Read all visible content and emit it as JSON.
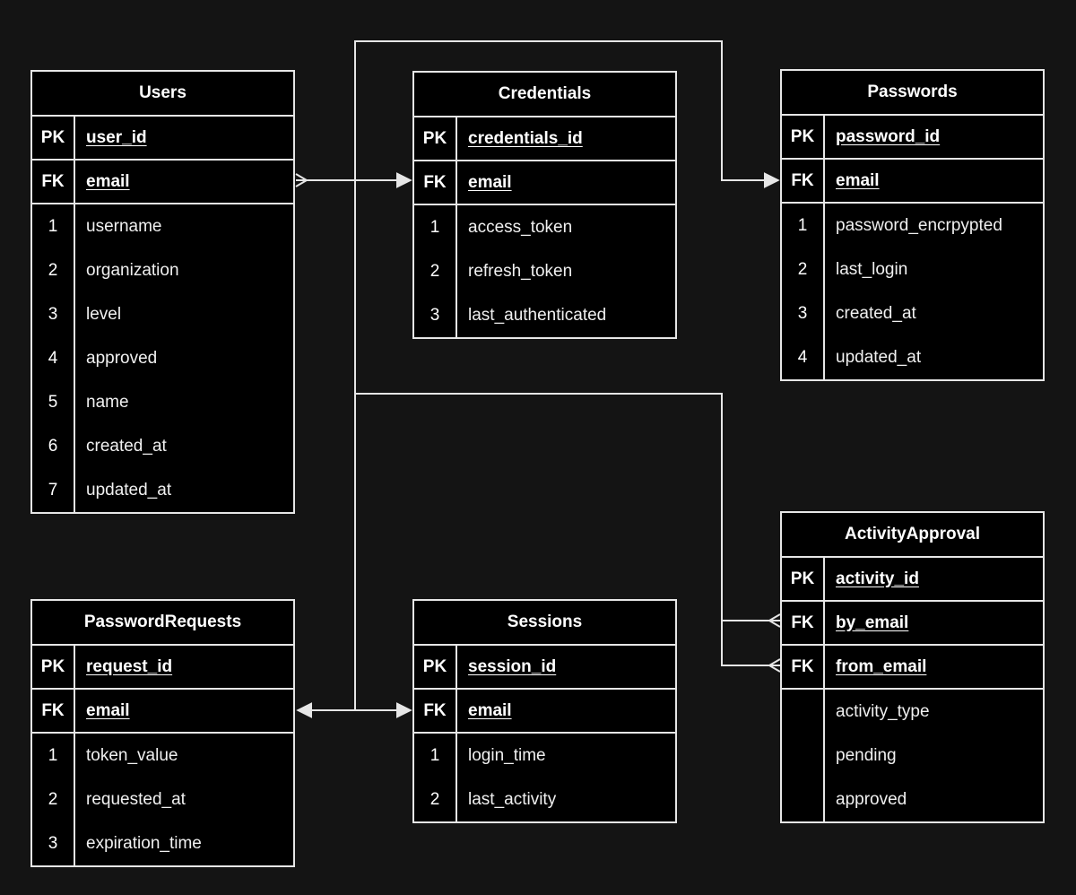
{
  "entities": [
    {
      "id": "users",
      "title": "Users",
      "keys": [
        {
          "tag": "PK",
          "field": "user_id"
        },
        {
          "tag": "FK",
          "field": "email"
        }
      ],
      "attrs": [
        {
          "tag": "1",
          "field": "username"
        },
        {
          "tag": "2",
          "field": "organization"
        },
        {
          "tag": "3",
          "field": "level"
        },
        {
          "tag": "4",
          "field": "approved"
        },
        {
          "tag": "5",
          "field": "name"
        },
        {
          "tag": "6",
          "field": "created_at"
        },
        {
          "tag": "7",
          "field": "updated_at"
        }
      ]
    },
    {
      "id": "credentials",
      "title": "Credentials",
      "keys": [
        {
          "tag": "PK",
          "field": "credentials_id"
        },
        {
          "tag": "FK",
          "field": "email"
        }
      ],
      "attrs": [
        {
          "tag": "1",
          "field": "access_token"
        },
        {
          "tag": "2",
          "field": "refresh_token"
        },
        {
          "tag": "3",
          "field": "last_authenticated"
        }
      ]
    },
    {
      "id": "passwords",
      "title": "Passwords",
      "keys": [
        {
          "tag": "PK",
          "field": "password_id"
        },
        {
          "tag": "FK",
          "field": "email"
        }
      ],
      "attrs": [
        {
          "tag": "1",
          "field": "password_encrpypted"
        },
        {
          "tag": "2",
          "field": "last_login"
        },
        {
          "tag": "3",
          "field": "created_at"
        },
        {
          "tag": "4",
          "field": "updated_at"
        }
      ]
    },
    {
      "id": "activity-approval",
      "title": "ActivityApproval",
      "keys": [
        {
          "tag": "PK",
          "field": "activity_id"
        },
        {
          "tag": "FK",
          "field": "by_email"
        },
        {
          "tag": "FK",
          "field": "from_email"
        }
      ],
      "attrs": [
        {
          "tag": "",
          "field": "activity_type"
        },
        {
          "tag": "",
          "field": "pending"
        },
        {
          "tag": "",
          "field": "approved"
        }
      ]
    },
    {
      "id": "password-requests",
      "title": "PasswordRequests",
      "keys": [
        {
          "tag": "PK",
          "field": "request_id"
        },
        {
          "tag": "FK",
          "field": "email"
        }
      ],
      "attrs": [
        {
          "tag": "1",
          "field": "token_value"
        },
        {
          "tag": "2",
          "field": "requested_at"
        },
        {
          "tag": "3",
          "field": "expiration_time"
        }
      ]
    },
    {
      "id": "sessions",
      "title": "Sessions",
      "keys": [
        {
          "tag": "PK",
          "field": "session_id"
        },
        {
          "tag": "FK",
          "field": "email"
        }
      ],
      "attrs": [
        {
          "tag": "1",
          "field": "login_time"
        },
        {
          "tag": "2",
          "field": "last_activity"
        }
      ]
    }
  ],
  "relationships": [
    {
      "from": "Users.email",
      "to": "Credentials.email"
    },
    {
      "from": "Users.email",
      "to": "Passwords.email"
    },
    {
      "from": "Users.email",
      "to": "PasswordRequests.email"
    },
    {
      "from": "Users.email",
      "to": "Sessions.email"
    },
    {
      "from": "Users.email",
      "to": "ActivityApproval.by_email"
    },
    {
      "from": "Users.email",
      "to": "ActivityApproval.from_email"
    }
  ],
  "colors": {
    "background": "#141414",
    "table_fill": "#000000",
    "stroke": "#e6e6e6",
    "text": "#ffffff"
  }
}
